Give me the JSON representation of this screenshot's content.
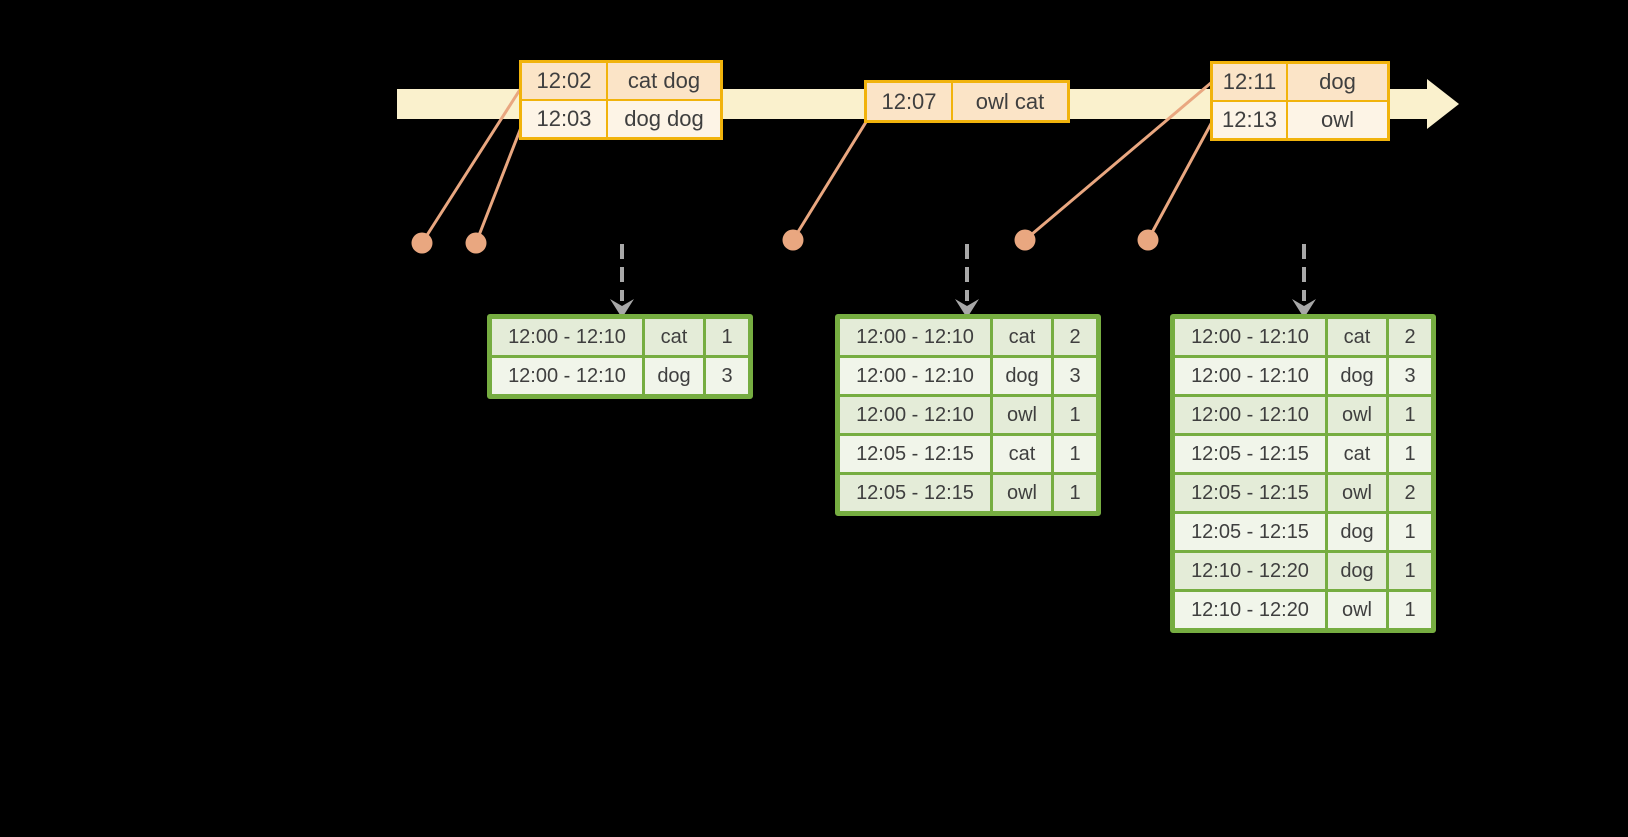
{
  "palette": {
    "background": "#000000",
    "timeline_fill": "#faf1cd",
    "event_border": "#f1b30c",
    "event_row_peach_fill": "#fbe4c7",
    "event_row_cream_fill": "#fdf4e6",
    "marker_color": "#e9a780",
    "trigger_arrow_color": "#a8a8a8",
    "result_border": "#76ad41",
    "result_row_green_fill": "#e4ecd8",
    "result_row_light_fill": "#f1f5ea",
    "text_color": "#3f3f3f"
  },
  "timeline": {
    "event_groups": [
      {
        "rows": [
          {
            "time": "12:02",
            "words": "cat dog"
          },
          {
            "time": "12:03",
            "words": "dog dog"
          }
        ]
      },
      {
        "rows": [
          {
            "time": "12:07",
            "words": "owl cat"
          }
        ]
      },
      {
        "rows": [
          {
            "time": "12:11",
            "words": "dog"
          },
          {
            "time": "12:13",
            "words": "owl"
          }
        ]
      }
    ]
  },
  "results": {
    "tables": [
      {
        "rows": [
          {
            "window": "12:00 - 12:10",
            "word": "cat",
            "count": "1"
          },
          {
            "window": "12:00 - 12:10",
            "word": "dog",
            "count": "3"
          }
        ]
      },
      {
        "rows": [
          {
            "window": "12:00 - 12:10",
            "word": "cat",
            "count": "2"
          },
          {
            "window": "12:00 - 12:10",
            "word": "dog",
            "count": "3"
          },
          {
            "window": "12:00 - 12:10",
            "word": "owl",
            "count": "1"
          },
          {
            "window": "12:05 - 12:15",
            "word": "cat",
            "count": "1"
          },
          {
            "window": "12:05 - 12:15",
            "word": "owl",
            "count": "1"
          }
        ]
      },
      {
        "rows": [
          {
            "window": "12:00 - 12:10",
            "word": "cat",
            "count": "2"
          },
          {
            "window": "12:00 - 12:10",
            "word": "dog",
            "count": "3"
          },
          {
            "window": "12:00 - 12:10",
            "word": "owl",
            "count": "1"
          },
          {
            "window": "12:05 - 12:15",
            "word": "cat",
            "count": "1"
          },
          {
            "window": "12:05 - 12:15",
            "word": "owl",
            "count": "2"
          },
          {
            "window": "12:05 - 12:15",
            "word": "dog",
            "count": "1"
          },
          {
            "window": "12:10 - 12:20",
            "word": "dog",
            "count": "1"
          },
          {
            "window": "12:10 - 12:20",
            "word": "owl",
            "count": "1"
          }
        ]
      }
    ]
  }
}
